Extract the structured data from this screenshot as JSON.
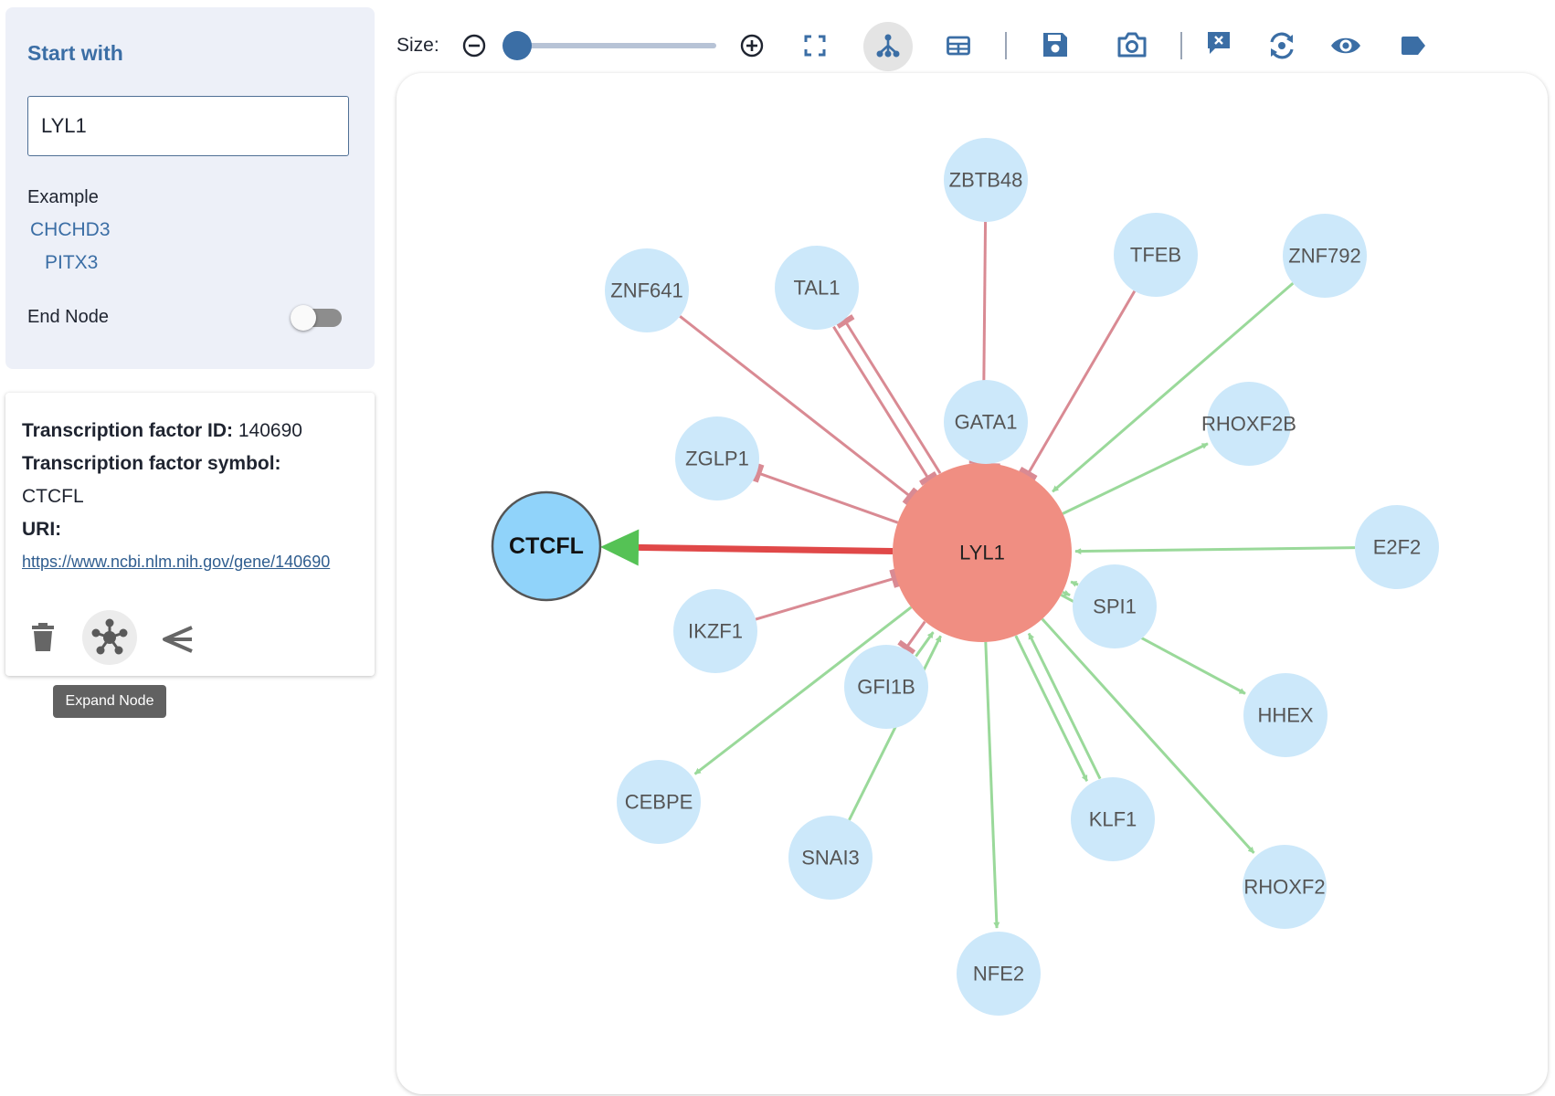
{
  "search": {
    "title": "Start with",
    "input_value": "LYL1",
    "example_label": "Example",
    "examples": [
      "CHCHD3",
      "PITX3"
    ],
    "end_node_label": "End Node",
    "end_node_enabled": false
  },
  "info": {
    "id_label": "Transcription factor ID:",
    "id_value": "140690",
    "symbol_label": "Transcription factor symbol:",
    "symbol_value": "CTCFL",
    "uri_label": "URI:",
    "uri_value": "https://www.ncbi.nlm.nih.gov/gene/140690",
    "tooltip": "Expand Node"
  },
  "toolbar": {
    "size_label": "Size:",
    "size_value_fraction": 0.0
  },
  "colors": {
    "accent": "#3b6ea5",
    "node_default": "#cce8fa",
    "node_center": "#f08e82",
    "node_selected": "#90d3fa",
    "edge_activation": "#9ad99a",
    "edge_repression": "#d98a93",
    "edge_highlight": "#e04848",
    "arrow_highlight": "#55c255"
  },
  "graph": {
    "center": "LYL1",
    "selected": "CTCFL",
    "nodes": [
      "LYL1",
      "CTCFL",
      "ZBTB48",
      "TFEB",
      "ZNF792",
      "ZNF641",
      "TAL1",
      "GATA1",
      "RHOXF2B",
      "ZGLP1",
      "E2F2",
      "SPI1",
      "IKZF1",
      "GFI1B",
      "HHEX",
      "CEBPE",
      "SNAI3",
      "KLF1",
      "RHOXF2",
      "NFE2"
    ],
    "edges": [
      {
        "source": "LYL1",
        "target": "CTCFL",
        "type": "highlight"
      },
      {
        "source": "ZBTB48",
        "target": "LYL1",
        "type": "repression"
      },
      {
        "source": "TFEB",
        "target": "LYL1",
        "type": "repression"
      },
      {
        "source": "ZNF641",
        "target": "LYL1",
        "type": "repression"
      },
      {
        "source": "TAL1",
        "target": "LYL1",
        "type": "repression"
      },
      {
        "source": "LYL1",
        "target": "TAL1",
        "type": "repression"
      },
      {
        "source": "GATA1",
        "target": "LYL1",
        "type": "repression"
      },
      {
        "source": "LYL1",
        "target": "GATA1",
        "type": "repression"
      },
      {
        "source": "LYL1",
        "target": "ZGLP1",
        "type": "repression"
      },
      {
        "source": "IKZF1",
        "target": "LYL1",
        "type": "repression"
      },
      {
        "source": "LYL1",
        "target": "GFI1B",
        "type": "repression"
      },
      {
        "source": "ZNF792",
        "target": "LYL1",
        "type": "activation"
      },
      {
        "source": "LYL1",
        "target": "RHOXF2B",
        "type": "activation"
      },
      {
        "source": "E2F2",
        "target": "LYL1",
        "type": "activation"
      },
      {
        "source": "SPI1",
        "target": "LYL1",
        "type": "activation"
      },
      {
        "source": "LYL1",
        "target": "SPI1",
        "type": "activation"
      },
      {
        "source": "LYL1",
        "target": "HHEX",
        "type": "activation"
      },
      {
        "source": "LYL1",
        "target": "CEBPE",
        "type": "activation"
      },
      {
        "source": "SNAI3",
        "target": "LYL1",
        "type": "activation"
      },
      {
        "source": "GFI1B",
        "target": "LYL1",
        "type": "activation"
      },
      {
        "source": "LYL1",
        "target": "NFE2",
        "type": "activation"
      },
      {
        "source": "LYL1",
        "target": "KLF1",
        "type": "activation"
      },
      {
        "source": "KLF1",
        "target": "LYL1",
        "type": "activation"
      },
      {
        "source": "LYL1",
        "target": "RHOXF2",
        "type": "activation"
      }
    ]
  }
}
